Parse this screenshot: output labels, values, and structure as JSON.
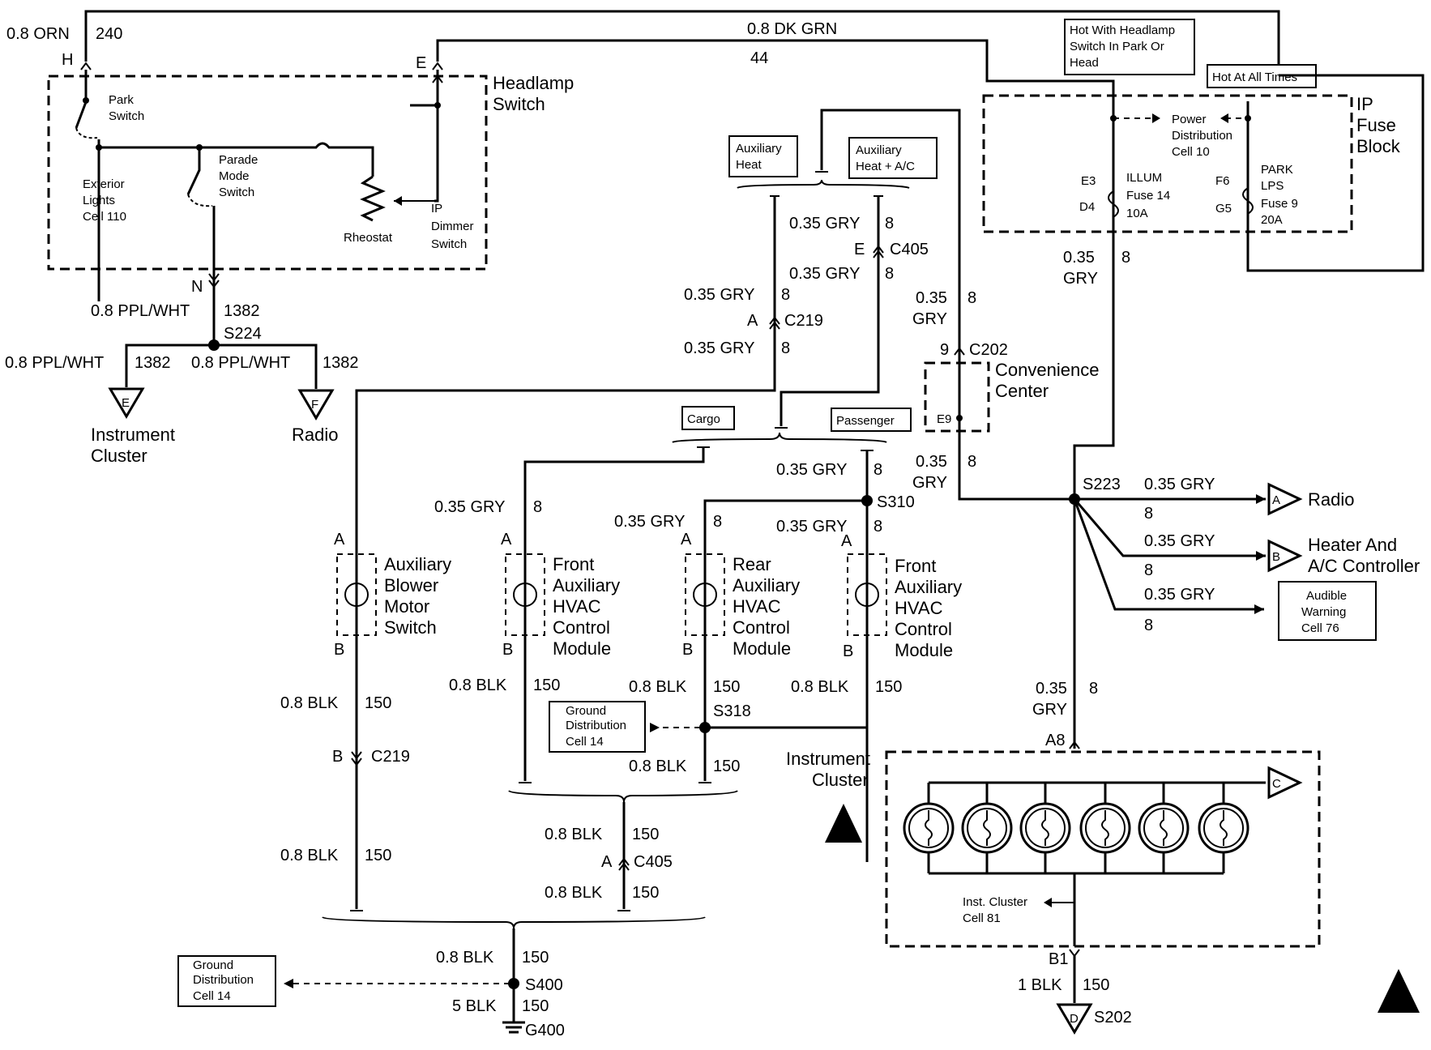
{
  "wires": {
    "orn": {
      "gauge": "0.8 ORN",
      "circuit": "240"
    },
    "dkgrn": {
      "gauge": "0.8 DK GRN",
      "circuit": "44"
    },
    "ppl_main": {
      "gauge": "0.8 PPL/WHT",
      "circuit": "1382"
    },
    "ppl_left": {
      "gauge": "0.8 PPL/WHT",
      "circuit": "1382"
    },
    "ppl_right": {
      "gauge": "0.8 PPL/WHT",
      "circuit": "1382"
    },
    "gry_c405_top": {
      "gauge": "0.35 GRY",
      "circuit": "8"
    },
    "gry_c405_bot": {
      "gauge": "0.35 GRY",
      "circuit": "8"
    },
    "gry_c219_top": {
      "gauge": "0.35 GRY",
      "circuit": "8"
    },
    "gry_c219_bot": {
      "gauge": "0.35 GRY",
      "circuit": "8"
    },
    "gry_c202": {
      "gauge_1": "0.35",
      "gauge_2": "GRY",
      "circuit": "8"
    },
    "gry_fuse": {
      "gauge_1": "0.35",
      "gauge_2": "GRY",
      "circuit": "8"
    },
    "gry_conv": {
      "gauge_1": "0.35",
      "gauge_2": "GRY",
      "circuit": "8"
    },
    "gry_front1": {
      "gauge": "0.35 GRY",
      "circuit": "8"
    },
    "gry_rear": {
      "gauge": "0.35 GRY",
      "circuit": "8"
    },
    "gry_front2": {
      "gauge": "0.35 GRY",
      "circuit": "8"
    },
    "gry_s310": {
      "gauge": "0.35 GRY",
      "circuit": "8"
    },
    "gry_radio": {
      "gauge": "0.35 GRY",
      "circuit": "8"
    },
    "gry_heater": {
      "gauge": "0.35 GRY",
      "circuit": "8"
    },
    "gry_audible": {
      "gauge": "0.35 GRY",
      "circuit": "8"
    },
    "gry_cluster": {
      "gauge_1": "0.35",
      "gauge_2": "GRY",
      "circuit": "8"
    },
    "blk_blower_1": {
      "gauge": "0.8 BLK",
      "circuit": "150"
    },
    "blk_blower_2": {
      "gauge": "0.8 BLK",
      "circuit": "150"
    },
    "blk_front1": {
      "gauge": "0.8 BLK",
      "circuit": "150"
    },
    "blk_rear": {
      "gauge": "0.8 BLK",
      "circuit": "150"
    },
    "blk_front2": {
      "gauge": "0.8 BLK",
      "circuit": "150"
    },
    "blk_s318": {
      "gauge": "0.8 BLK",
      "circuit": "150"
    },
    "blk_c405_top": {
      "gauge": "0.8 BLK",
      "circuit": "150"
    },
    "blk_c405_bot": {
      "gauge": "0.8 BLK",
      "circuit": "150"
    },
    "blk_s400_top": {
      "gauge": "0.8 BLK",
      "circuit": "150"
    },
    "blk_s400_bot": {
      "gauge": "5 BLK",
      "circuit": "150"
    },
    "blk_cluster": {
      "gauge": "1 BLK",
      "circuit": "150"
    }
  },
  "pins": {
    "h": "H",
    "e": "E",
    "n": "N",
    "c405_e": "E",
    "c219_a": "A",
    "c202_9": "9",
    "blower_a": "A",
    "blower_b": "B",
    "front1_a": "A",
    "front1_b": "B",
    "rear_a": "A",
    "rear_b": "B",
    "front2_a": "A",
    "front2_b": "B",
    "c219_b": "B",
    "c405_a": "A",
    "a8": "A8",
    "b1": "B1",
    "e3": "E3",
    "d4": "D4",
    "f6": "F6",
    "g5": "G5",
    "e9": "E9"
  },
  "connectors": {
    "c405_top": "C405",
    "c219_top": "C219",
    "c202": "C202",
    "c219_bot": "C219",
    "c405_bot": "C405"
  },
  "splices": {
    "s224": "S224",
    "s310": "S310",
    "s223": "S223",
    "s318": "S318",
    "s400": "S400",
    "g400": "G400",
    "s202": "S202"
  },
  "components": {
    "headlamp_switch": [
      "Headlamp",
      "Switch"
    ],
    "park_switch": [
      "Park",
      "Switch"
    ],
    "exterior_lights": [
      "Exterior",
      "Lights",
      "Cell 110"
    ],
    "parade_switch": [
      "Parade",
      "Mode",
      "Switch"
    ],
    "rheostat": "Rheostat",
    "ip_dimmer": [
      "IP",
      "Dimmer",
      "Switch"
    ],
    "instrument_cluster_left": [
      "Instrument",
      "Cluster"
    ],
    "radio_left": "Radio",
    "ip_fuse_block": [
      "IP",
      "Fuse",
      "Block"
    ],
    "power_dist": [
      "Power",
      "Distribution",
      "Cell 10"
    ],
    "illum_fuse": [
      "ILLUM",
      "Fuse 14",
      "10A"
    ],
    "park_fuse": [
      "PARK",
      "LPS",
      "Fuse 9",
      "20A"
    ],
    "convenience_center": [
      "Convenience",
      "Center"
    ],
    "blower_switch": [
      "Auxiliary",
      "Blower",
      "Motor",
      "Switch"
    ],
    "front_hvac_1": [
      "Front",
      "Auxiliary",
      "HVAC",
      "Control",
      "Module"
    ],
    "rear_hvac": [
      "Rear",
      "Auxiliary",
      "HVAC",
      "Control",
      "Module"
    ],
    "front_hvac_2": [
      "Front",
      "Auxiliary",
      "HVAC",
      "Control",
      "Module"
    ],
    "ground_dist_1": [
      "Ground",
      "Distribution",
      "Cell 14"
    ],
    "ground_dist_2": [
      "Ground",
      "Distribution",
      "Cell 14"
    ],
    "instrument_cluster_right": [
      "Instrument",
      "Cluster"
    ],
    "inst_cluster_cell": [
      "Inst. Cluster",
      "Cell 81"
    ],
    "radio_right": "Radio",
    "heater_ac": [
      "Heater And",
      "A/C Controller"
    ],
    "audible_warning": [
      "Audible",
      "Warning",
      "Cell 76"
    ]
  },
  "notes": {
    "hot_headlamp": [
      "Hot With Headlamp",
      "Switch In Park Or",
      "Head"
    ],
    "hot_always": "Hot At All Times",
    "aux_heat": [
      "Auxiliary",
      "Heat"
    ],
    "aux_heat_ac": [
      "Auxiliary",
      "Heat + A/C"
    ],
    "cargo": "Cargo",
    "passenger": "Passenger"
  },
  "connector_letters": {
    "inst_e": "E",
    "radio_f": "F",
    "radio_a": "A",
    "heater_b": "B",
    "cluster_c": "C",
    "ground_d": "D"
  }
}
